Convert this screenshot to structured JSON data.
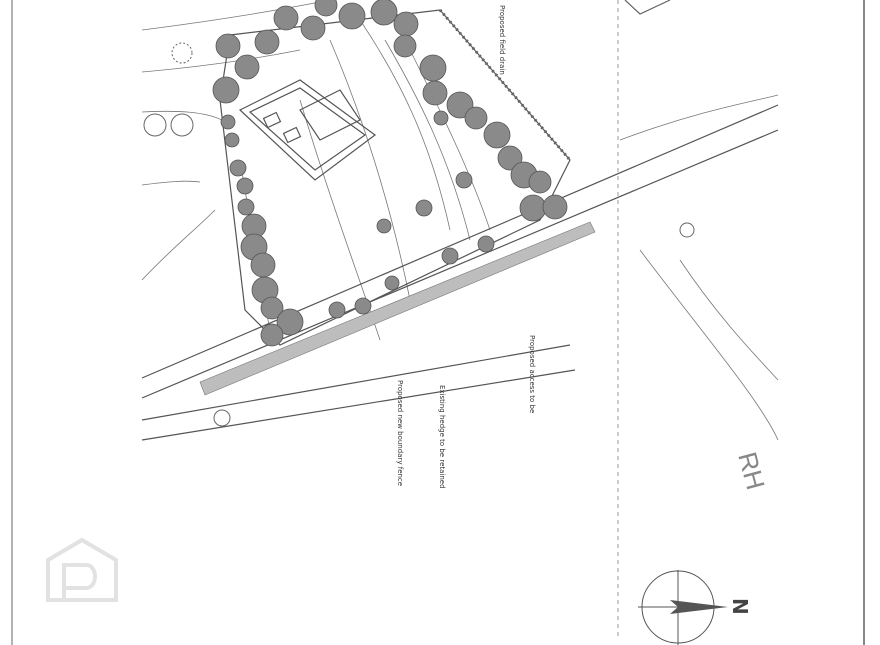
{
  "labels": {
    "road_name": "RH",
    "north": "N",
    "note_top": "Proposed field drain",
    "note_bottom_1": "Proposed access to be",
    "note_bottom_2": "Proposed new boundary fence",
    "note_bottom_3": "Existing hedge to be retained"
  },
  "watermark": "property-pal-logo",
  "colors": {
    "line": "#555555",
    "tree": "#8a8a8a",
    "faint": "#bbbbbb",
    "watermark": "#e2e2e2"
  }
}
